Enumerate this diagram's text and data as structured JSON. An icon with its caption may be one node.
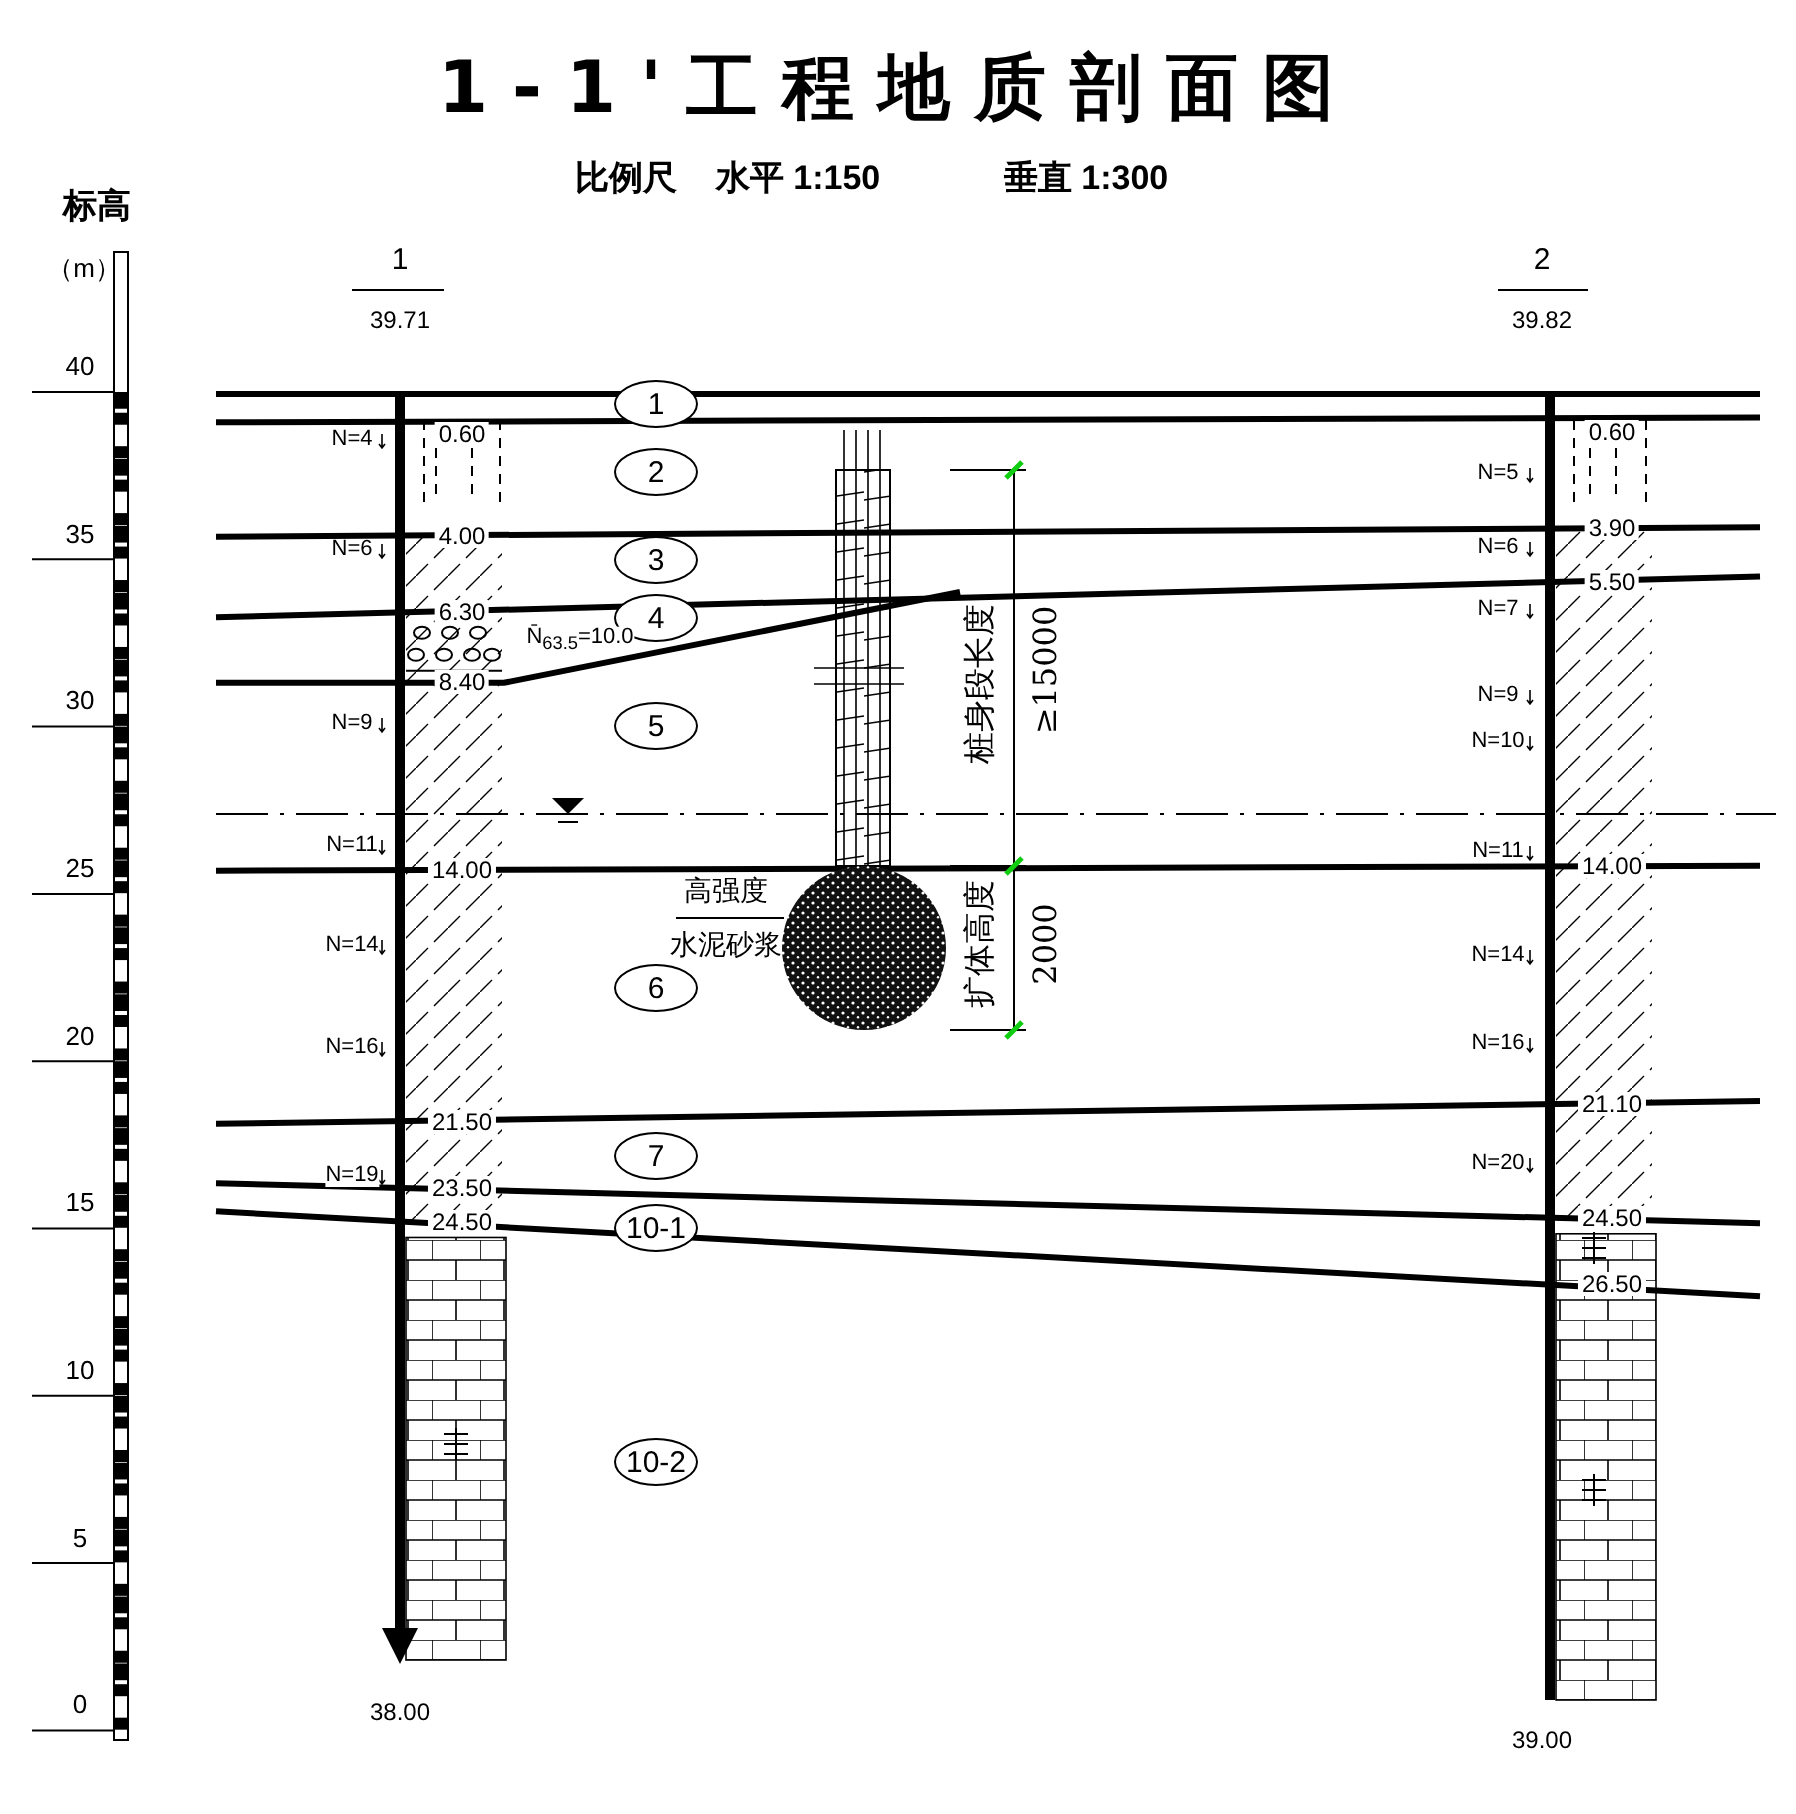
{
  "diagram": {
    "title": "1-1'工程地质剖面图",
    "nodes": [
      {
        "text": [
          "1"
        ]
      },
      {
        "text": [
          "2"
        ]
      },
      {
        "text": [
          "3"
        ]
      },
      {
        "text": [
          "4"
        ]
      },
      {
        "text": [
          "5"
        ]
      },
      {
        "text": [
          "6"
        ]
      },
      {
        "text": [
          "7"
        ]
      },
      {
        "text": [
          "10-1"
        ]
      },
      {
        "text": [
          "10-2"
        ]
      }
    ],
    "labels": [
      "标高",
      "（m）",
      "40",
      "35",
      "30",
      "25",
      "20",
      "15",
      "10",
      "5",
      "0",
      "比例尺",
      "水平 1:150",
      "垂直 1:300",
      "1",
      "39.71",
      "2",
      "39.82",
      "N=4",
      "N=6",
      "N=9",
      "N=11",
      "N=14",
      "N=16",
      "N=19",
      "0.60",
      "4.00",
      "6.30",
      "8.40",
      "14.00",
      "21.50",
      "23.50",
      "24.50",
      "N̄$_{63.5}$=10.0",
      "N=5",
      "N=6",
      "N=7",
      "N=9",
      "N=10",
      "N=11",
      "N=14",
      "N=16",
      "N=20",
      "0.60",
      "3.90",
      "5.50",
      "14.00",
      "21.10",
      "24.50",
      "26.50",
      "桩身段长度",
      "≥15000",
      "扩体高度",
      "2000",
      "高强度",
      "水泥砂浆",
      "38.00",
      "39.00"
    ]
  }
}
